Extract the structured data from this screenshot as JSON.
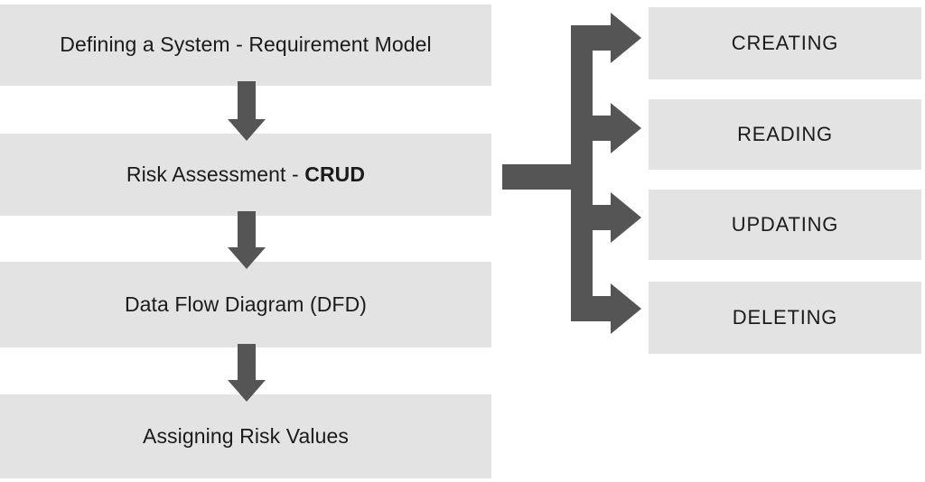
{
  "diagram": {
    "title": "Risk assessment process flow with CRUD branching",
    "colors": {
      "box_fill": "#e3e3e3",
      "arrow": "#555555",
      "text": "#1b1b1b",
      "background": "#ffffff"
    },
    "stages": [
      {
        "id": "stage-1",
        "label": "Defining a System - Requirement Model"
      },
      {
        "id": "stage-2",
        "label_prefix": "Risk Assessment - ",
        "label_strong": "CRUD"
      },
      {
        "id": "stage-3",
        "label": "Data Flow Diagram (DFD)"
      },
      {
        "id": "stage-4",
        "label": "Assigning Risk Values"
      }
    ],
    "crud_branches": [
      {
        "id": "crud-1",
        "label": "CREATING"
      },
      {
        "id": "crud-2",
        "label": "READING"
      },
      {
        "id": "crud-3",
        "label": "UPDATING"
      },
      {
        "id": "crud-4",
        "label": "DELETING"
      }
    ],
    "connectors": {
      "down_arrow_1": "arrow-down-stage1-to-stage2",
      "down_arrow_2": "arrow-down-stage2-to-stage3",
      "down_arrow_3": "arrow-down-stage3-to-stage4",
      "branch_arrow": "branching-arrow-crud"
    }
  }
}
